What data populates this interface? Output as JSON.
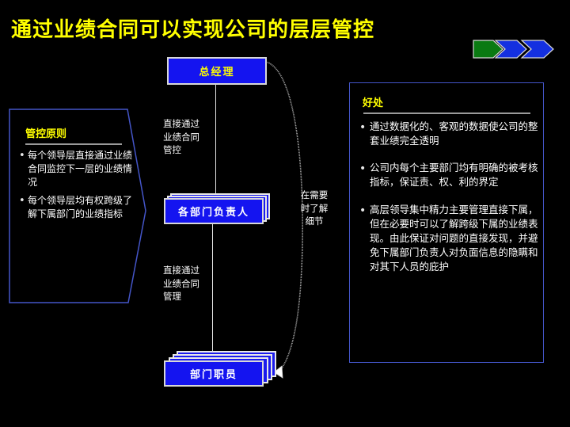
{
  "slide": {
    "title": "通过业绩合同可以实现公司的层层管控",
    "title_color": "#ffff00",
    "background": "#000000"
  },
  "chevrons": {
    "name": "progress-chevrons",
    "items": [
      {
        "label": "",
        "color": "#0a7a12"
      },
      {
        "label": "",
        "color": "#1430e0"
      },
      {
        "label": "",
        "color": "#1430e0"
      }
    ]
  },
  "left_panel": {
    "heading": "管控原则",
    "border_color": "#4455c8",
    "bullets": [
      {
        "marker": "•",
        "text": "每个领导层直接通过业绩合同监控下一层的业绩情况"
      },
      {
        "marker": "•",
        "text": "每个领导层均有权跨级了解下属部门的业绩指标"
      }
    ]
  },
  "right_panel": {
    "heading": "好处",
    "border_color": "#4455c8",
    "bullets": [
      {
        "marker": "•",
        "text": "通过数据化的、客观的数据使公司的整套业绩完全透明"
      },
      {
        "marker": "•",
        "text": "公司内每个主要部门均有明确的被考核指标，保证责、权、利的界定"
      },
      {
        "marker": "•",
        "text": "高层领导集中精力主要管理直接下属，但在必要时可以了解跨级下属的业绩表现。由此保证对问题的直接发现，并避免下属部门负责人对负面信息的隐瞒和对其下人员的庇护"
      }
    ]
  },
  "org_chart": {
    "boxes": [
      {
        "id": "top",
        "label": "总经理",
        "fill": "#1414f0",
        "text_color": "#ffff00",
        "stacked": false
      },
      {
        "id": "middle",
        "label": "各部门负责人",
        "fill": "#1414f0",
        "text_color": "#ffffff",
        "stacked": true
      },
      {
        "id": "bottom",
        "label": "部门职员",
        "fill": "#1414f0",
        "text_color": "#ffffff",
        "stacked": true
      }
    ],
    "connector_labels": [
      {
        "id": "upper",
        "text": "直接通过\n业绩合同\n管控"
      },
      {
        "id": "lower",
        "text": "直接通过\n业绩合同\n管理"
      }
    ],
    "curve_label": {
      "id": "bypass",
      "text": "在需要\n时了解\n细节"
    }
  }
}
